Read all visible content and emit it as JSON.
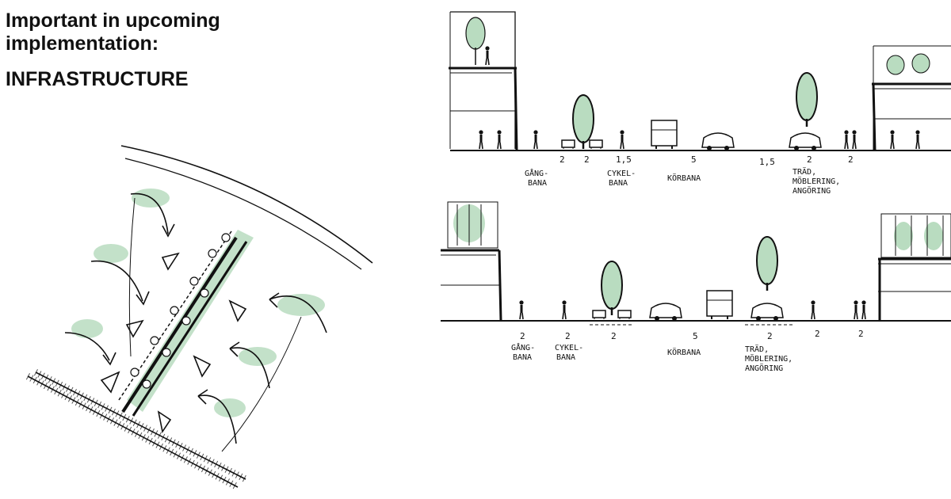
{
  "heading": {
    "line1": "Important in upcoming",
    "line2": "implementation:",
    "subtitle": "INFRASTRUCTURE"
  },
  "colors": {
    "green": "#b9dcc0",
    "ink": "#111111"
  },
  "section_top": {
    "widths": [
      "2",
      "2",
      "1,5",
      "5",
      "1,5",
      "2",
      "2"
    ],
    "labels": {
      "walkway": [
        "GÅNG-",
        "BANA"
      ],
      "cycleway": [
        "CYKEL-",
        "BANA"
      ],
      "roadway": [
        "KÖRBANA"
      ],
      "trees": [
        "TRÄD,",
        "MÖBLERING,",
        "ANGÖRING"
      ]
    }
  },
  "section_bottom": {
    "widths": [
      "2",
      "2",
      "2",
      "5",
      "2",
      "2",
      "2"
    ],
    "labels": {
      "walkway": [
        "GÅNG-",
        "BANA"
      ],
      "cycleway": [
        "CYKEL-",
        "BANA"
      ],
      "roadway": [
        "KÖRBANA"
      ],
      "trees": [
        "TRÄD,",
        "MÖBLERING,",
        "ANGÖRING"
      ]
    }
  }
}
